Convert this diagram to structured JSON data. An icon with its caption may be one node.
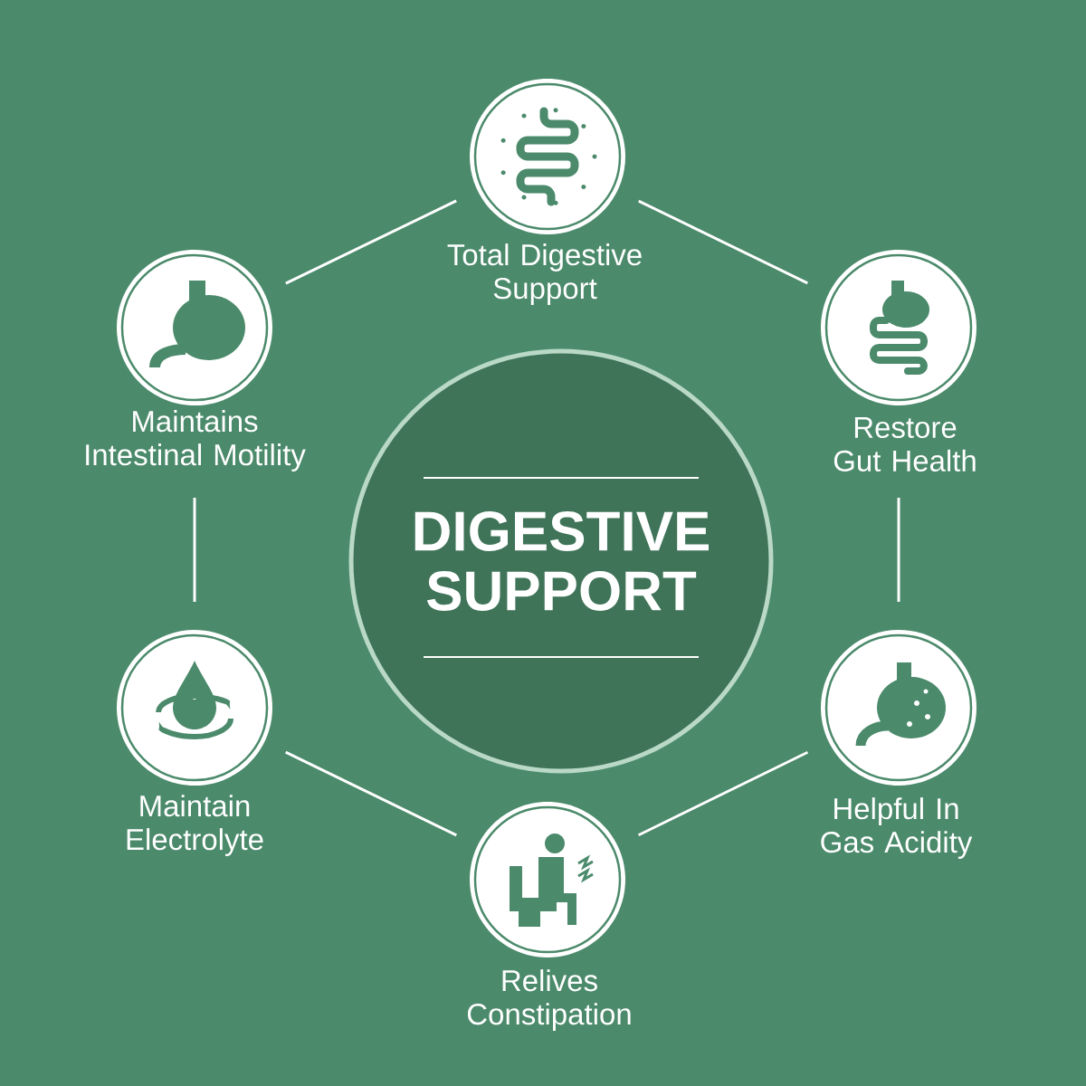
{
  "diagram": {
    "nodes": [
      {
        "text": [
          "DIGESTIVE SUPPORT"
        ]
      },
      {
        "text": [
          "Total Digestive Support"
        ]
      },
      {
        "text": [
          "Restore Gut Health"
        ]
      },
      {
        "text": [
          "Helpful In Gas Acidity"
        ]
      },
      {
        "text": [
          "Relives Constipation"
        ]
      },
      {
        "text": [
          "Maintain Electrolyte"
        ]
      },
      {
        "text": [
          "Maintains Intestinal Motility"
        ]
      }
    ],
    "edges": [
      {
        "from": 1,
        "to": 2,
        "arrow": "none"
      },
      {
        "from": 2,
        "to": 3,
        "arrow": "none"
      },
      {
        "from": 3,
        "to": 4,
        "arrow": "none"
      },
      {
        "from": 4,
        "to": 5,
        "arrow": "none"
      },
      {
        "from": 5,
        "to": 6,
        "arrow": "none"
      },
      {
        "from": 6,
        "to": 1,
        "arrow": "none"
      }
    ]
  }
}
